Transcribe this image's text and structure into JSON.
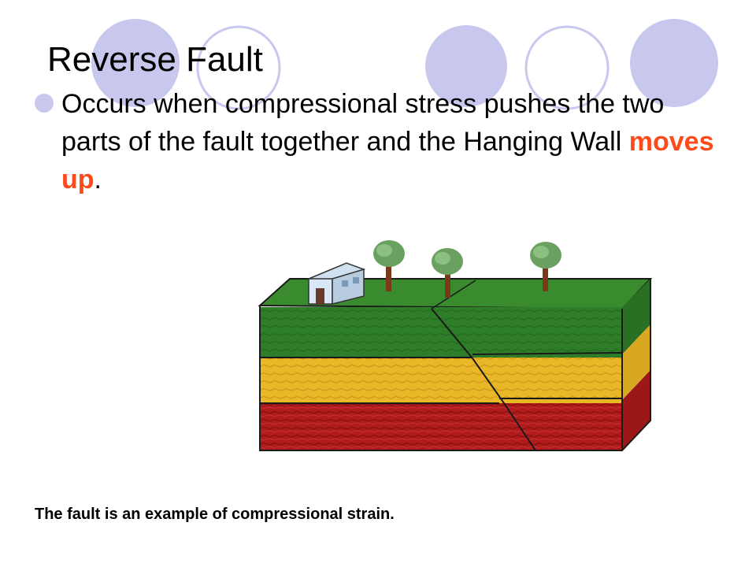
{
  "slide": {
    "title": "Reverse Fault",
    "bullet": {
      "text_before": "Occurs when compressional stress pushes the two parts of the fault together and the Hanging Wall ",
      "highlight": "moves up",
      "text_after": "."
    },
    "caption": "The fault is an example of compressional strain."
  },
  "colors": {
    "decor_circle": "#c8c8ee",
    "highlight": "#ff4a1a",
    "grass_top": "#3a8a2e",
    "grass_side": "#2e7d28",
    "sand": "#e8b828",
    "rock": "#b01c1c"
  },
  "diagram": {
    "icons": [
      "house-icon",
      "tree-icon",
      "tree-icon",
      "tree-icon"
    ]
  }
}
